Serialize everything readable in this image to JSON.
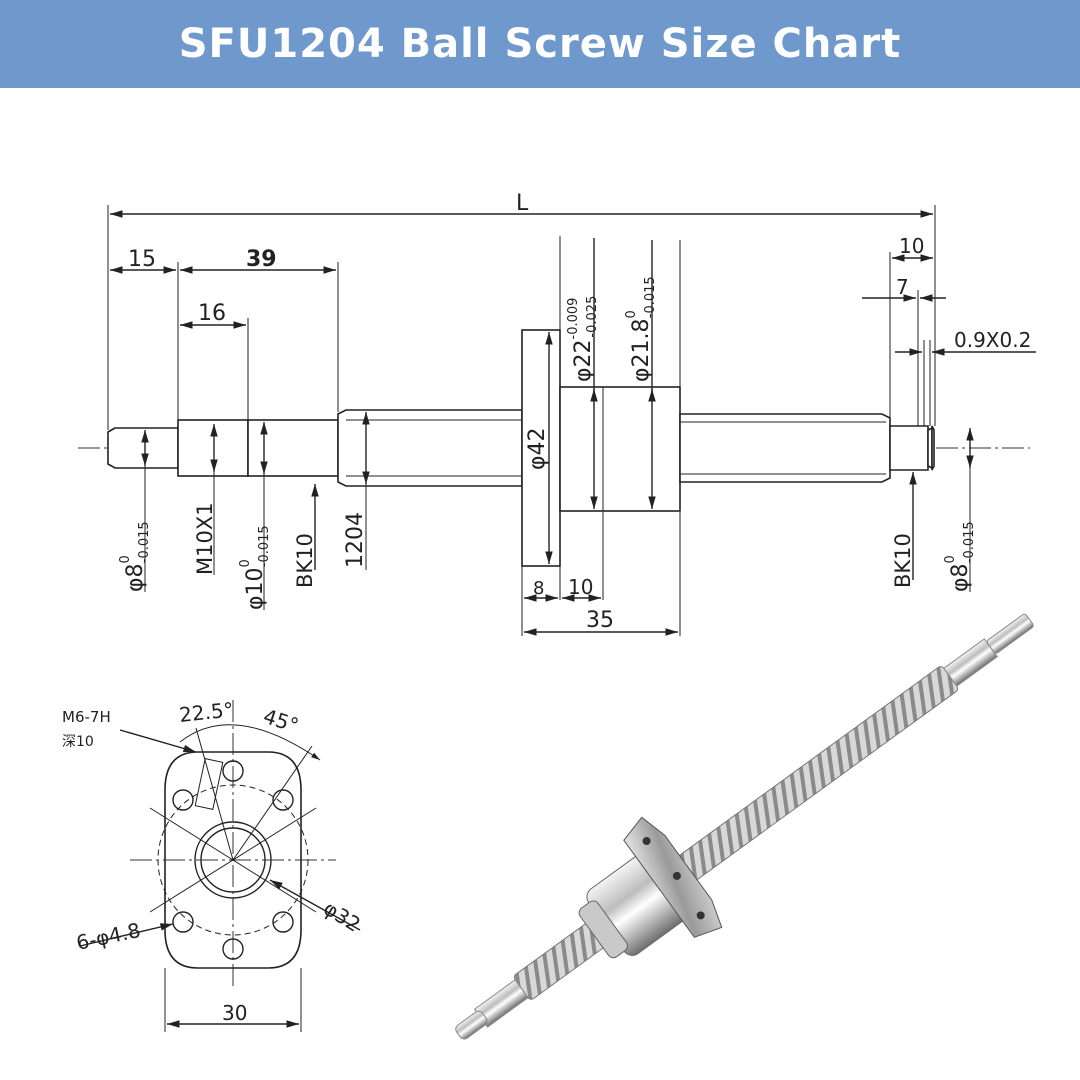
{
  "header": {
    "title": "SFU1204 Ball Screw Size Chart",
    "background": "#6f98cc",
    "text_color": "#ffffff"
  },
  "drawing_top": {
    "overall_length": "L",
    "d15": "15",
    "d39": "39",
    "d16": "16",
    "d10": "10",
    "d7": "7",
    "groove": "0.9X0.2",
    "nut_dia_main": "φ22",
    "nut_dia_tol_upper": "-0.009",
    "nut_dia_tol_lower": "-0.025",
    "nut_dia2_main": "φ21.8",
    "nut_dia2_tol_upper": "0",
    "nut_dia2_tol_lower": "-0.015",
    "flange_dia": "φ42",
    "left_dia_main": "φ8",
    "left_dia_tol_upper": "0",
    "left_dia_tol_lower": "-0.015",
    "thread": "M10X1",
    "bearing_dia_main": "φ10",
    "bearing_dia_tol_upper": "0",
    "bearing_dia_tol_lower": "-0.015",
    "bk_left": "BK10",
    "model": "1204",
    "flange_w": "8",
    "nut_w": "10",
    "nut_total": "35",
    "bk_right": "BK10",
    "right_dia_main": "φ8",
    "right_dia_tol_upper": "0",
    "right_dia_tol_lower": "-0.015"
  },
  "drawing_flange": {
    "tap": "M6-7H",
    "tap_depth": "深10",
    "angle1": "22.5°",
    "angle2": "45°",
    "holes": "6-φ4.8",
    "pcd": "φ32",
    "width": "30"
  }
}
